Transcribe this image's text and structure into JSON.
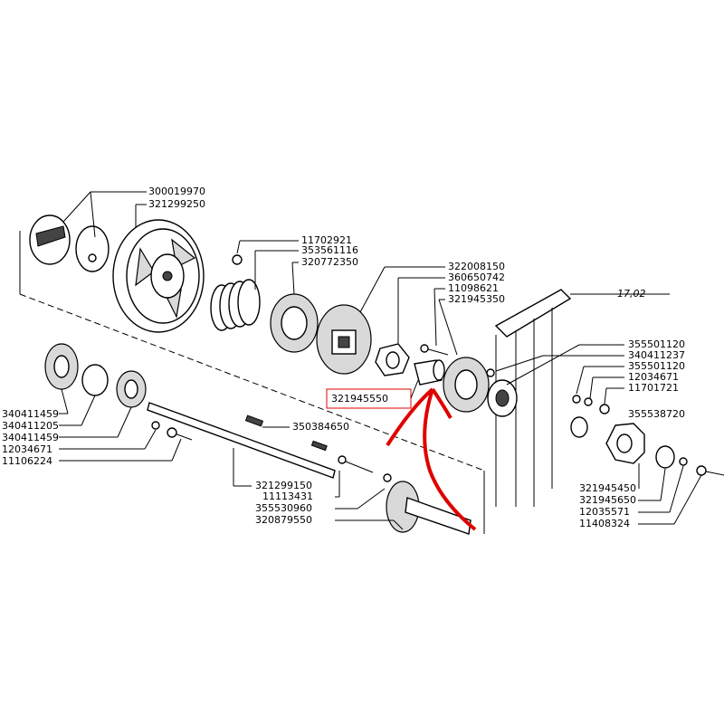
{
  "diagram": {
    "page_ref": "17,02",
    "highlight_color": "#e00000",
    "highlighted_part": "321945550",
    "callouts_top": [
      "300019970",
      "321299250",
      "11702921",
      "353561116",
      "320772350",
      "322008150",
      "360650742",
      "11098621",
      "321945350"
    ],
    "callouts_left": [
      "340411459",
      "340411205",
      "340411459",
      "12034671",
      "11106224"
    ],
    "callouts_center": [
      "350384650",
      "321299150",
      "11113431",
      "355530960",
      "320879550"
    ],
    "callouts_right_upper": [
      "355501120",
      "340411237",
      "355501120",
      "12034671",
      "11701721",
      "355538720"
    ],
    "callouts_right_lower": [
      "321945450",
      "321945650",
      "12035571",
      "11408324"
    ]
  }
}
